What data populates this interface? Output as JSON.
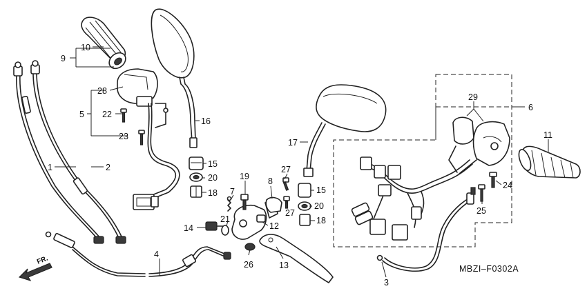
{
  "diagram": {
    "code": "MBZI–F0302A",
    "direction_label": "FR.",
    "callouts": {
      "c1": "1",
      "c2": "2",
      "c3": "3",
      "c4": "4",
      "c5": "5",
      "c6": "6",
      "c7": "7",
      "c8": "8",
      "c9": "9",
      "c10": "10",
      "c11": "11",
      "c12": "12",
      "c13": "13",
      "c14": "14",
      "c15a": "15",
      "c15b": "15",
      "c16": "16",
      "c17": "17",
      "c18a": "18",
      "c18b": "18",
      "c19": "19",
      "c20a": "20",
      "c20b": "20",
      "c21": "21",
      "c22": "22",
      "c23": "23",
      "c24": "24",
      "c25": "25",
      "c26": "26",
      "c27a": "27",
      "c27b": "27",
      "c28": "28",
      "c29": "29"
    }
  }
}
